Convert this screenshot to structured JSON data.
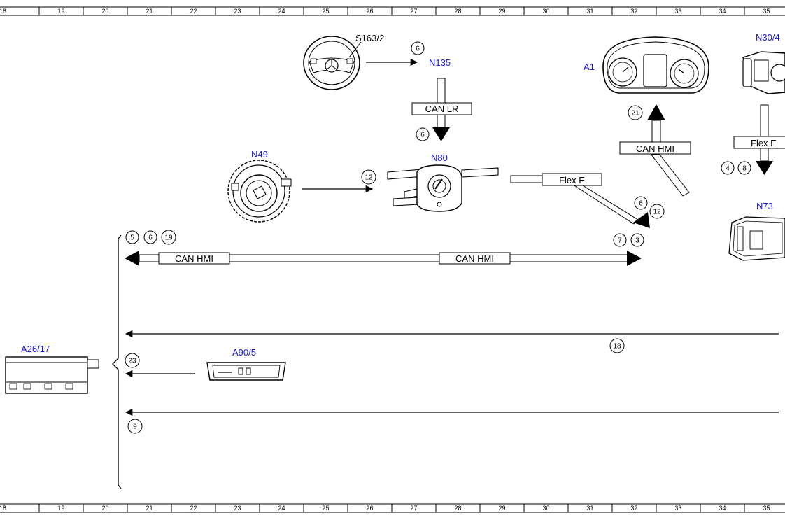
{
  "ruler": {
    "top": [
      "18",
      "19",
      "20",
      "21",
      "22",
      "23",
      "24",
      "25",
      "26",
      "27",
      "28",
      "29",
      "30",
      "31",
      "32",
      "33",
      "34",
      "35"
    ],
    "bottom": [
      "18",
      "19",
      "20",
      "21",
      "22",
      "23",
      "24",
      "25",
      "26",
      "27",
      "28",
      "29",
      "30",
      "31",
      "32",
      "33",
      "34",
      "35"
    ]
  },
  "components": {
    "s163_2": "S163/2",
    "n135": "N135",
    "a1": "A1",
    "n30_4": "N30/4",
    "n49": "N49",
    "n80": "N80",
    "n73": "N73",
    "a26_17": "A26/17",
    "a90_5": "A90/5"
  },
  "buses": {
    "can_lr": "CAN LR",
    "can_hmi_a1": "CAN HMI",
    "flex_e_n30": "Flex E",
    "flex_e_n80": "Flex E",
    "can_hmi_main_left": "CAN HMI",
    "can_hmi_main_mid": "CAN HMI"
  },
  "callouts": {
    "s163_to_n135": "6",
    "can_lr_arrow": "6",
    "n49_to_n80": "12",
    "a1_arrow": "21",
    "n30_4_a": "4",
    "n30_4_b": "8",
    "flex_e_6": "6",
    "flex_e_12": "12",
    "main_7": "7",
    "main_3": "3",
    "main_5": "5",
    "main_6": "6",
    "main_19": "19",
    "signal_18": "18",
    "a90_23": "23",
    "signal_9": "9"
  },
  "colors": {
    "component_label": "#1a1adb",
    "line": "#000000"
  }
}
